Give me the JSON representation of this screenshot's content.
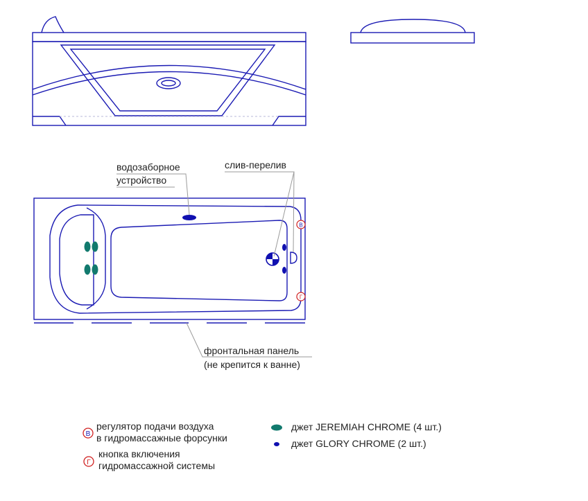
{
  "colors": {
    "outline": "#1a1ab3",
    "leader": "#9a9a9a",
    "text": "#222222",
    "jet_large": "#127a6e",
    "jet_small": "#1010b0",
    "marker": "#d02020"
  },
  "callouts": {
    "intake_line1": "водозаборное",
    "intake_line2": "устройство",
    "overflow": "слив-перелив",
    "panel_line1": "фронтальная панель",
    "panel_line2": "(не крепится к ванне)"
  },
  "legend": {
    "air_marker": "В",
    "air_line1": "регулятор подачи воздуха",
    "air_line2": "в гидромассажные форсунки",
    "button_marker": "Г",
    "button_line1": "кнопка включения",
    "button_line2": "гидромассажной системы",
    "jet_large_label": "джет JEREMIAH CHROME (4 шт.)",
    "jet_small_label": "джет GLORY CHROME (2 шт.)"
  },
  "markers": {
    "air": "В",
    "button": "Г"
  }
}
